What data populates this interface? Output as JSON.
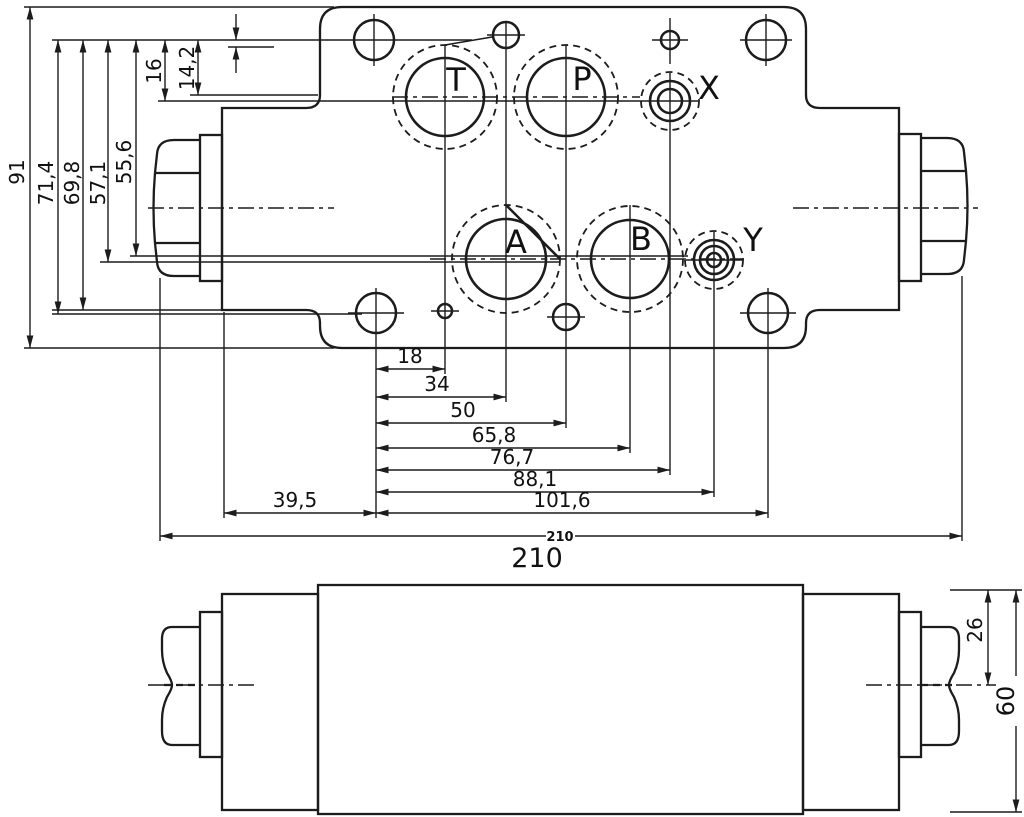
{
  "drawing": {
    "ports": {
      "t": "T",
      "p": "P",
      "a": "A",
      "b": "B",
      "x": "X",
      "y": "Y"
    },
    "vertical_dims": {
      "overall": "91",
      "d71_4": "71,4",
      "d69_8": "69,8",
      "d57_1": "57,1",
      "d55_6": "55,6",
      "d16": "16",
      "d14_2": "14,2"
    },
    "horizontal_dims": {
      "d18": "18",
      "d34": "34",
      "d50": "50",
      "d65_8": "65,8",
      "d76_7": "76,7",
      "d88_1": "88,1",
      "d39_5": "39,5",
      "d101_6": "101,6",
      "width_inline": "210",
      "width": "210"
    },
    "side_view_dims": {
      "d26": "26",
      "d60": "60"
    },
    "colors": {
      "line": "#1c1c1c",
      "background": "#ffffff"
    }
  }
}
